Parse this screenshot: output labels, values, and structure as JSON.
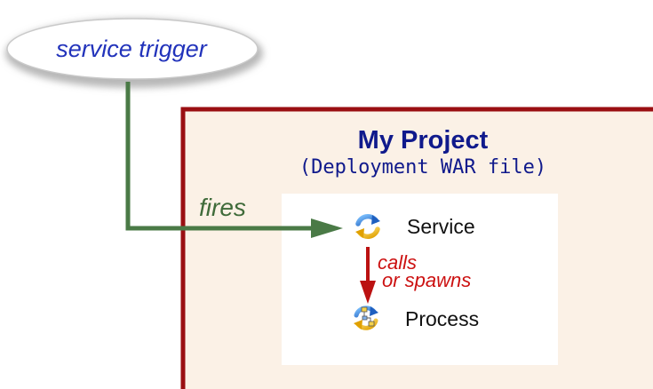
{
  "trigger": {
    "label": "service trigger"
  },
  "project": {
    "title": "My Project",
    "subtitle": "(Deployment WAR file)"
  },
  "fires_label": "fires",
  "service": {
    "label": "Service",
    "icon": "service-cycle-icon"
  },
  "calls": {
    "line1": "calls",
    "line2": "or spawns"
  },
  "process": {
    "label": "Process",
    "icon": "process-icon"
  },
  "colors": {
    "trigger_text": "#2233bb",
    "project_border": "#9a0f12",
    "project_fill": "#fbf1e6",
    "title_text": "#101a8c",
    "fires_arrow": "#4a7a46",
    "calls_arrow": "#bb1111"
  }
}
